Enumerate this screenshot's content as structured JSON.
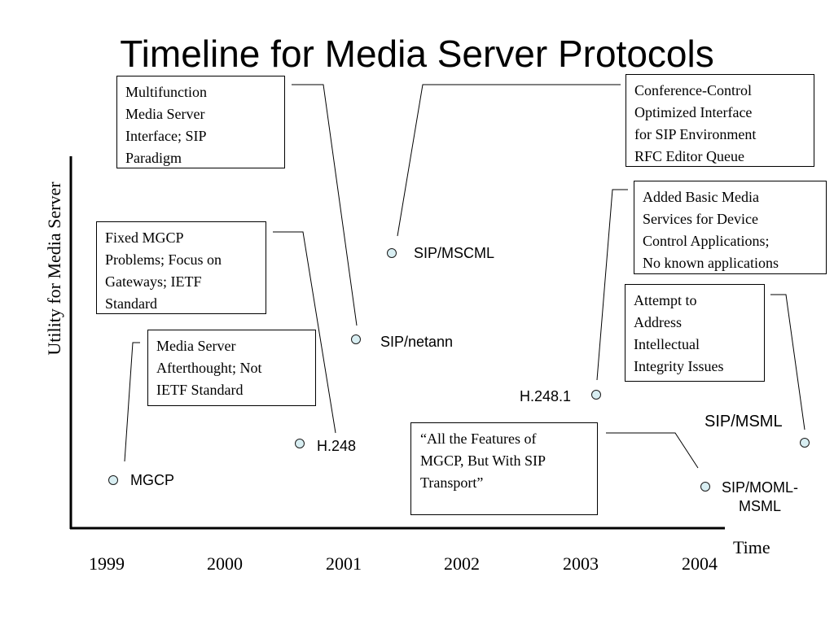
{
  "title": "Timeline for Media Server Protocols",
  "y_axis_label": "Utility for Media Server",
  "x_axis_label": "Time",
  "years": [
    "1999",
    "2000",
    "2001",
    "2002",
    "2003",
    "2004"
  ],
  "protocols": [
    {
      "id": "mgcp",
      "label": "MGCP"
    },
    {
      "id": "h248",
      "label": "H.248"
    },
    {
      "id": "sip-netann",
      "label": "SIP/netann"
    },
    {
      "id": "sip-mscml",
      "label": "SIP/MSCML"
    },
    {
      "id": "h248-1",
      "label": "H.248.1"
    },
    {
      "id": "sip-moml-msml",
      "label": "SIP/MOML-\nMSML"
    },
    {
      "id": "sip-msml",
      "label": "SIP/MSML"
    }
  ],
  "annotations": [
    {
      "id": "mgcp-note",
      "text": "Media Server\nAfterthought; Not\nIETF Standard"
    },
    {
      "id": "h248-note",
      "text": "Fixed MGCP\nProblems; Focus on\nGateways; IETF\nStandard"
    },
    {
      "id": "netann-note",
      "text": "Multifunction\nMedia Server\nInterface; SIP\nParadigm"
    },
    {
      "id": "mscml-note",
      "text": "Conference-Control\nOptimized Interface\nfor SIP Environment\nRFC Editor Queue"
    },
    {
      "id": "h2481-note",
      "text": "Added Basic Media\nServices for Device\nControl Applications;\nNo known applications"
    },
    {
      "id": "msml-note",
      "text": "Attempt to\nAddress\nIntellectual\nIntegrity Issues"
    },
    {
      "id": "moml-note",
      "text": "“All the Features of\nMGCP, But With SIP\nTransport”"
    }
  ]
}
